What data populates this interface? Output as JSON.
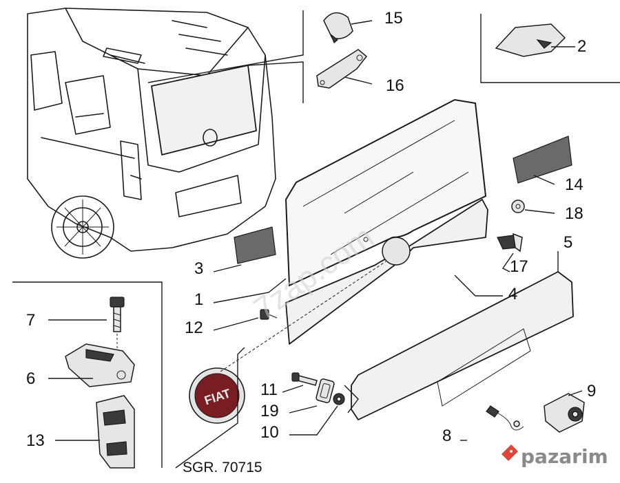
{
  "diagram": {
    "callouts": [
      {
        "id": "1",
        "label": "1"
      },
      {
        "id": "2",
        "label": "2"
      },
      {
        "id": "3",
        "label": "3"
      },
      {
        "id": "4",
        "label": "4"
      },
      {
        "id": "5",
        "label": "5"
      },
      {
        "id": "6",
        "label": "6"
      },
      {
        "id": "7",
        "label": "7"
      },
      {
        "id": "8",
        "label": "8"
      },
      {
        "id": "9",
        "label": "9"
      },
      {
        "id": "10",
        "label": "10"
      },
      {
        "id": "11",
        "label": "11"
      },
      {
        "id": "12",
        "label": "12"
      },
      {
        "id": "13",
        "label": "13"
      },
      {
        "id": "14",
        "label": "14"
      },
      {
        "id": "15",
        "label": "15"
      },
      {
        "id": "16",
        "label": "16"
      },
      {
        "id": "17",
        "label": "17"
      },
      {
        "id": "18",
        "label": "18"
      },
      {
        "id": "19",
        "label": "19"
      }
    ],
    "reference": "SGR. 70715",
    "emblem_text": "FIAT",
    "watermark": "7zap.com",
    "brand": "pazarim",
    "colors": {
      "ink": "#1a1a1a",
      "brand": "#e0453a",
      "brand_text": "#8a8a8a"
    }
  }
}
